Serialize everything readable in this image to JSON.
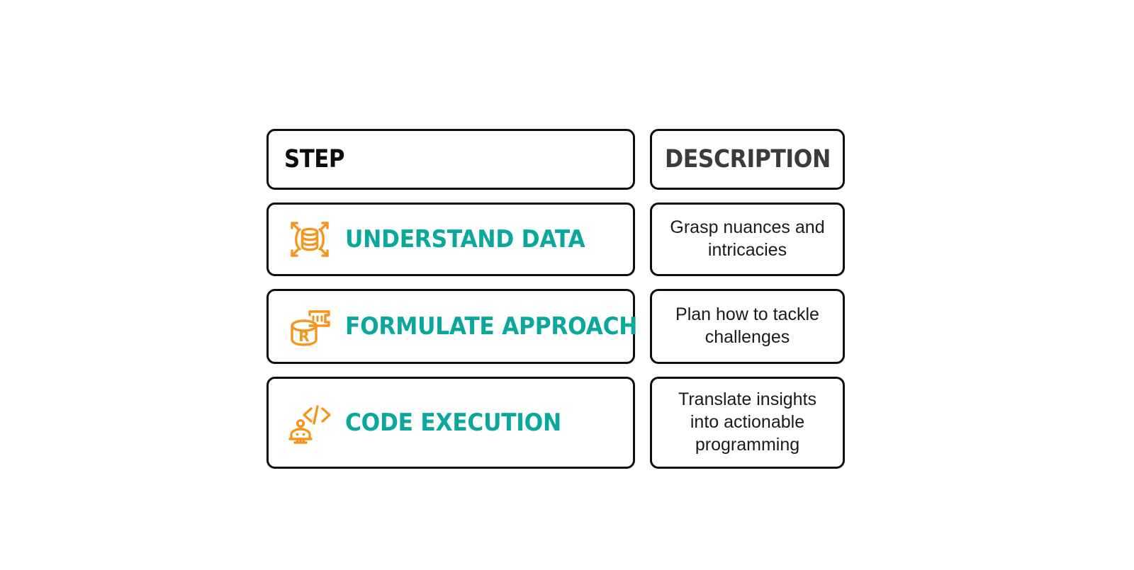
{
  "colors": {
    "teal": "#0aa79b",
    "orange": "#f7941e",
    "border": "#0d0d0d",
    "header_desc": "#3b3b3b",
    "background": "#ffffff"
  },
  "table": {
    "header": {
      "step": "STEP",
      "description": "DESCRIPTION"
    },
    "rows": [
      {
        "icon": "database-expand-icon",
        "step": "UNDERSTAND DATA",
        "description": "Grasp nuances and intricacies"
      },
      {
        "icon": "database-ruler-icon",
        "step": "FORMULATE APPROACH",
        "description": "Plan how to tackle challenges"
      },
      {
        "icon": "robot-code-icon",
        "step": "CODE EXECUTION",
        "description": "Translate insights into actionable programming"
      }
    ]
  }
}
